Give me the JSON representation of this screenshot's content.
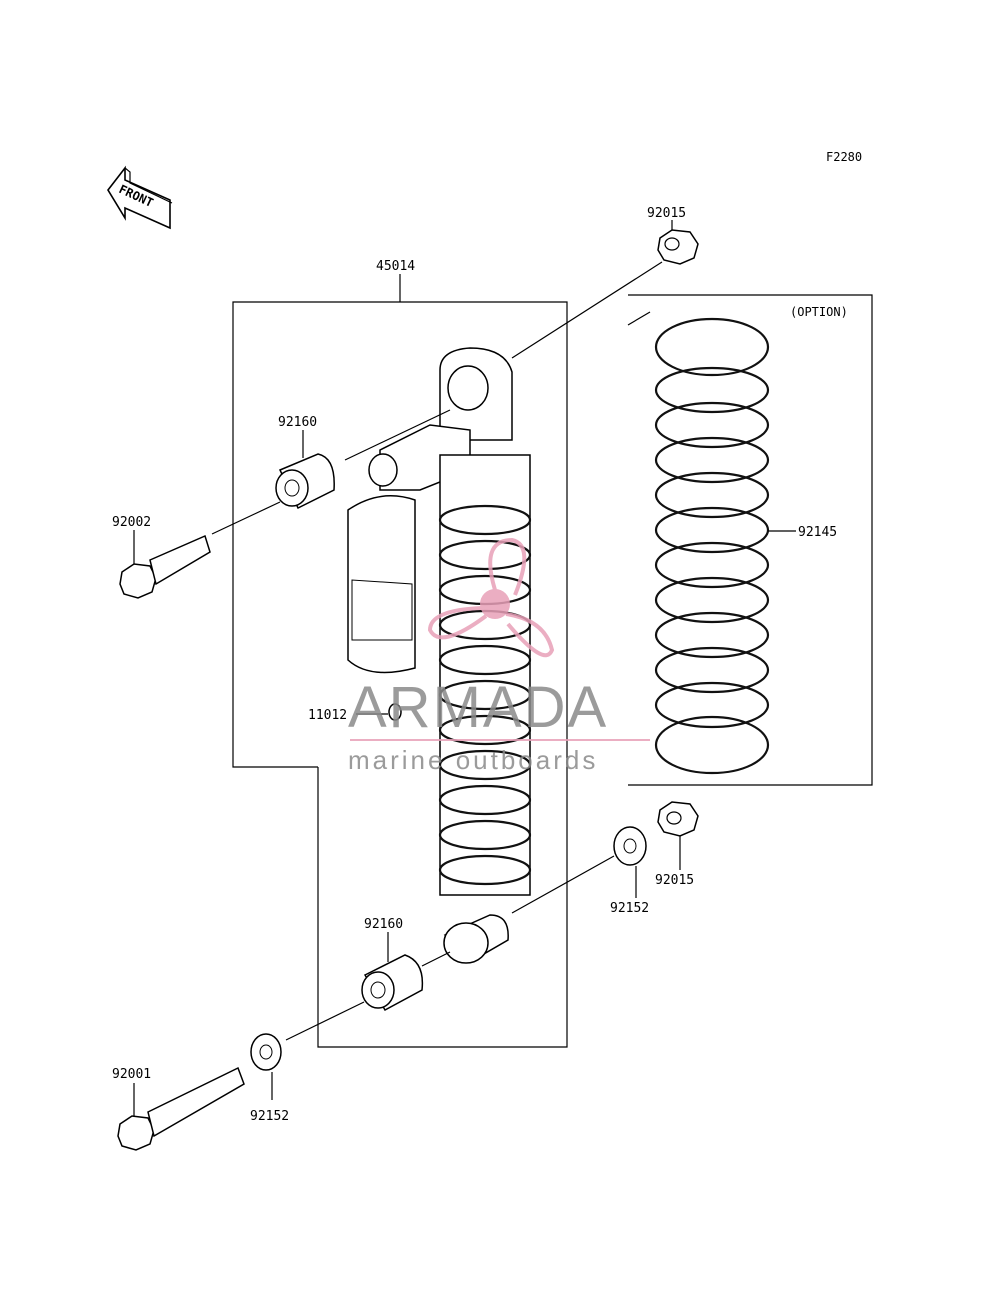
{
  "diagram": {
    "figure_code": "F2280",
    "front_arrow_label": "FRONT",
    "option_label": "(OPTION)",
    "part_labels": {
      "shock_assembly": "45014",
      "upper_nut": "92015",
      "lower_nut": "92015",
      "spring": "92145",
      "upper_collar": "92160",
      "lower_collar": "92160",
      "upper_bolt": "92002",
      "lower_bolt": "92001",
      "valve": "11012",
      "upper_washer": "92152",
      "lower_washer": "92152"
    }
  },
  "watermark": {
    "brand": "ARMADA",
    "tagline": "marine outboards",
    "colors": {
      "pink": "#e8a0b8",
      "gray": "#8a8a8a"
    }
  }
}
